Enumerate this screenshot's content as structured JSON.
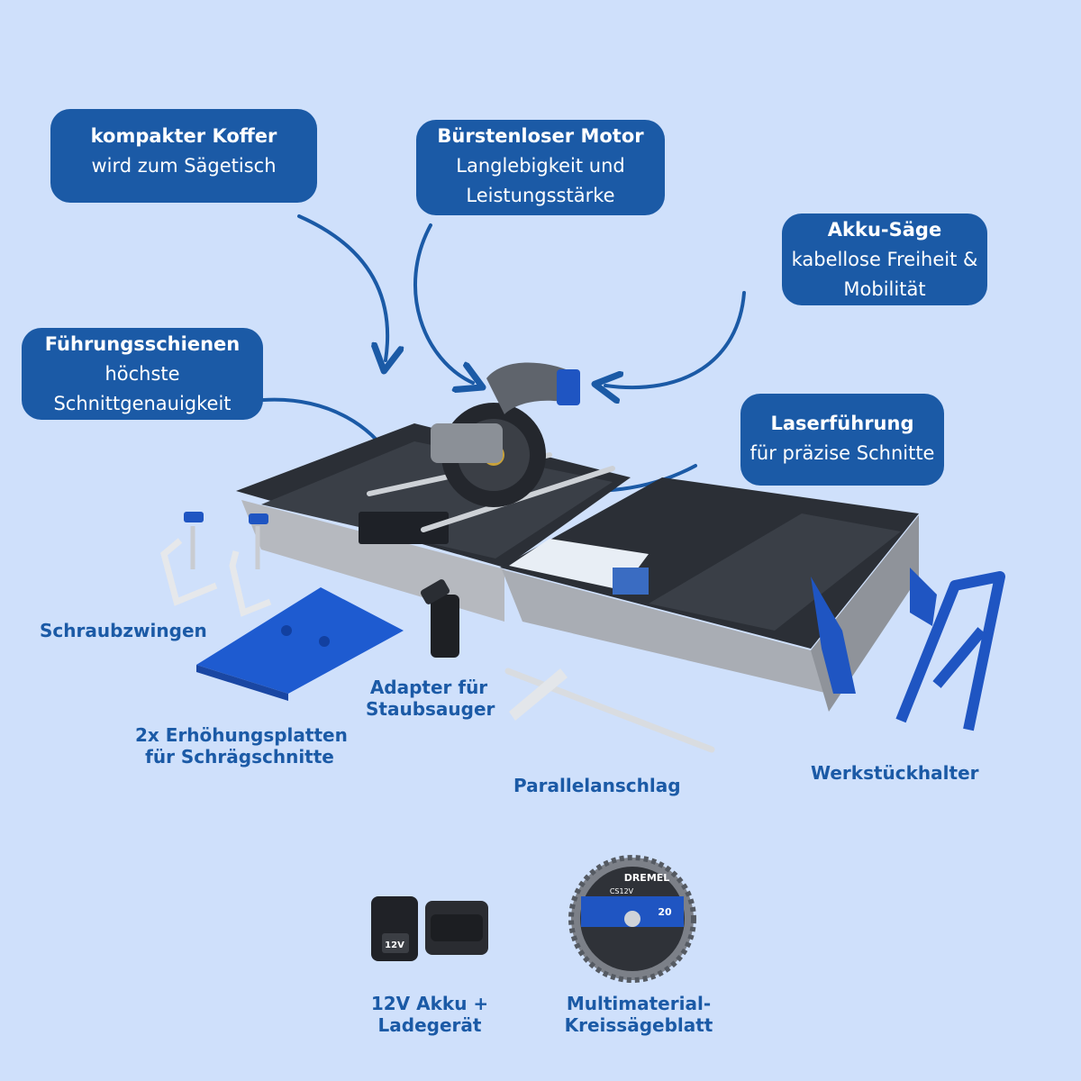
{
  "colors": {
    "background": "#cfe0fb",
    "accent": "#1b5aa6",
    "text_on_accent": "#ffffff"
  },
  "callouts": {
    "koffer": {
      "title": "kompakter Koffer",
      "lines": [
        "wird zum Sägetisch"
      ]
    },
    "motor": {
      "title": "Bürstenloser Motor",
      "lines": [
        "Langlebigkeit und",
        "Leistungsstärke"
      ]
    },
    "akku_saege": {
      "title": "Akku-Säge",
      "lines": [
        "kabellose Freiheit &",
        "Mobilität"
      ]
    },
    "schienen": {
      "title": "Führungsschienen",
      "lines": [
        "höchste",
        "Schnittgenauigkeit"
      ]
    },
    "laser": {
      "title": "Laserführung",
      "lines": [
        "für präzise Schnitte"
      ]
    }
  },
  "labels": {
    "schraubzwingen": "Schraubzwingen",
    "platten": [
      "2x Erhöhungsplatten",
      "für Schrägschnitte"
    ],
    "adapter": [
      "Adapter für",
      "Staubsauger"
    ],
    "parallel": "Parallelanschlag",
    "werkstueck": "Werkstückhalter",
    "akku": [
      "12V Akku +",
      "Ladegerät"
    ],
    "saegeblatt": [
      "Multimaterial-",
      "Kreissägeblatt"
    ]
  },
  "product_print": {
    "brand": "DREMEL",
    "battery_voltage": "12V",
    "blade_model": "CS12V",
    "blade_teeth": "20"
  }
}
